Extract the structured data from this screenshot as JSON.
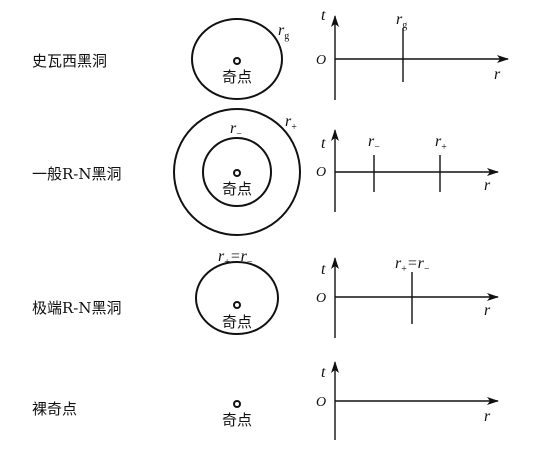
{
  "rows": [
    {
      "label": "史瓦西黑洞",
      "singularity": "奇点",
      "circle_labels": [
        {
          "main": "r",
          "sub": "g"
        }
      ],
      "axis": {
        "t": "t",
        "origin": "O",
        "r": "r"
      },
      "ticks": [
        {
          "main": "r",
          "sub": "g"
        }
      ]
    },
    {
      "label": "一般R-N黑洞",
      "singularity": "奇点",
      "circle_labels": [
        {
          "main": "r",
          "sub": "−"
        },
        {
          "main": "r",
          "sub": "+"
        }
      ],
      "axis": {
        "t": "t",
        "origin": "O",
        "r": "r"
      },
      "ticks": [
        {
          "main": "r",
          "sub": "−"
        },
        {
          "main": "r",
          "sub": "+"
        }
      ]
    },
    {
      "label": "极端R-N黑洞",
      "singularity": "奇点",
      "circle_labels": [
        {
          "main": "r",
          "sub": "+",
          "eq": "=",
          "main2": "r",
          "sub2": "−"
        }
      ],
      "axis": {
        "t": "t",
        "origin": "O",
        "r": "r"
      },
      "ticks": [
        {
          "main": "r",
          "sub": "+",
          "eq": "=",
          "main2": "r",
          "sub2": "−"
        }
      ]
    },
    {
      "label": "裸奇点",
      "singularity": "奇点",
      "circle_labels": [],
      "axis": {
        "t": "t",
        "origin": "O",
        "r": "r"
      },
      "ticks": []
    }
  ]
}
